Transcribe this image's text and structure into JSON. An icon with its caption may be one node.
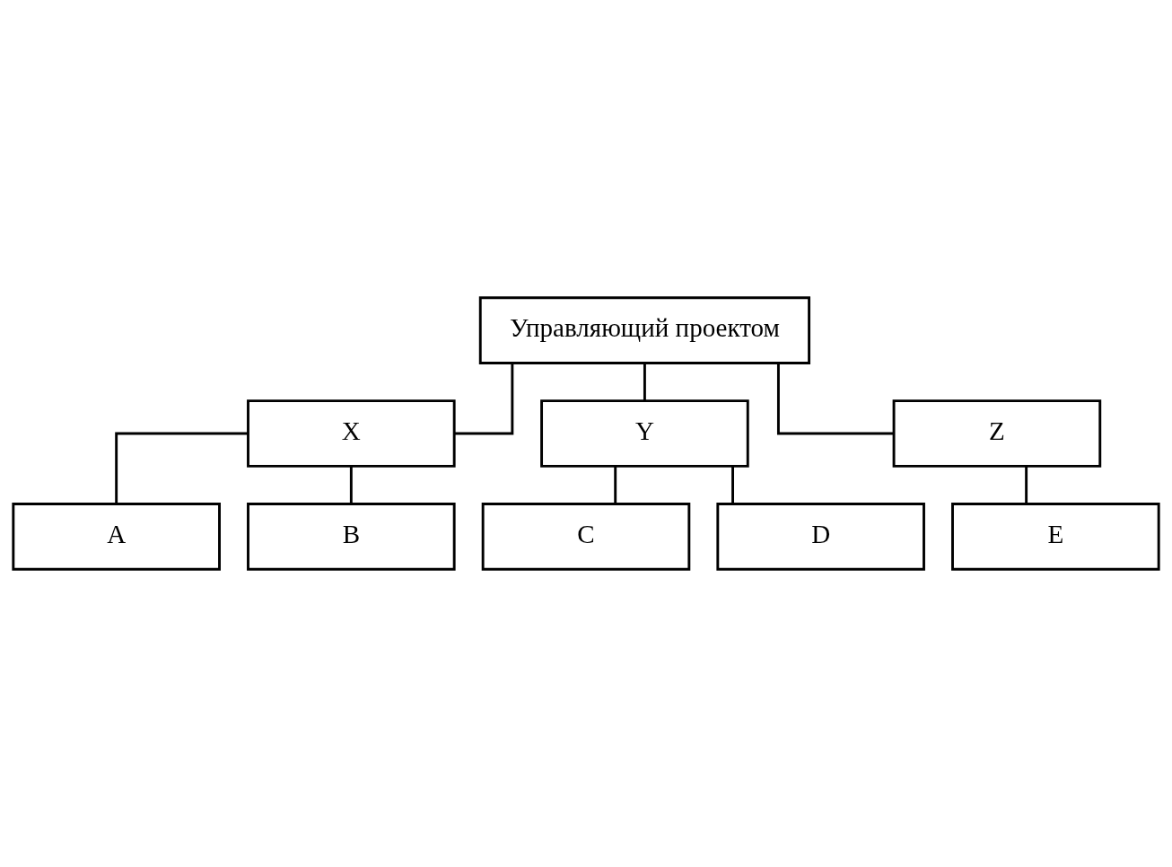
{
  "diagram": {
    "nodes": [
      {
        "text": [
          "Управляющий проектом"
        ]
      },
      {
        "text": [
          "X"
        ]
      },
      {
        "text": [
          "Y"
        ]
      },
      {
        "text": [
          "Z"
        ]
      },
      {
        "text": [
          "A"
        ]
      },
      {
        "text": [
          "B"
        ]
      },
      {
        "text": [
          "C"
        ]
      },
      {
        "text": [
          "D"
        ]
      },
      {
        "text": [
          "E"
        ]
      }
    ],
    "edges": [
      {
        "from": 0,
        "to": 1,
        "arrow": "none"
      },
      {
        "from": 0,
        "to": 2,
        "arrow": "none"
      },
      {
        "from": 0,
        "to": 3,
        "arrow": "none"
      },
      {
        "from": 1,
        "to": 4,
        "arrow": "none"
      },
      {
        "from": 1,
        "to": 5,
        "arrow": "none"
      },
      {
        "from": 2,
        "to": 6,
        "arrow": "none"
      },
      {
        "from": 2,
        "to": 7,
        "arrow": "none"
      },
      {
        "from": 3,
        "to": 8,
        "arrow": "none"
      }
    ]
  }
}
